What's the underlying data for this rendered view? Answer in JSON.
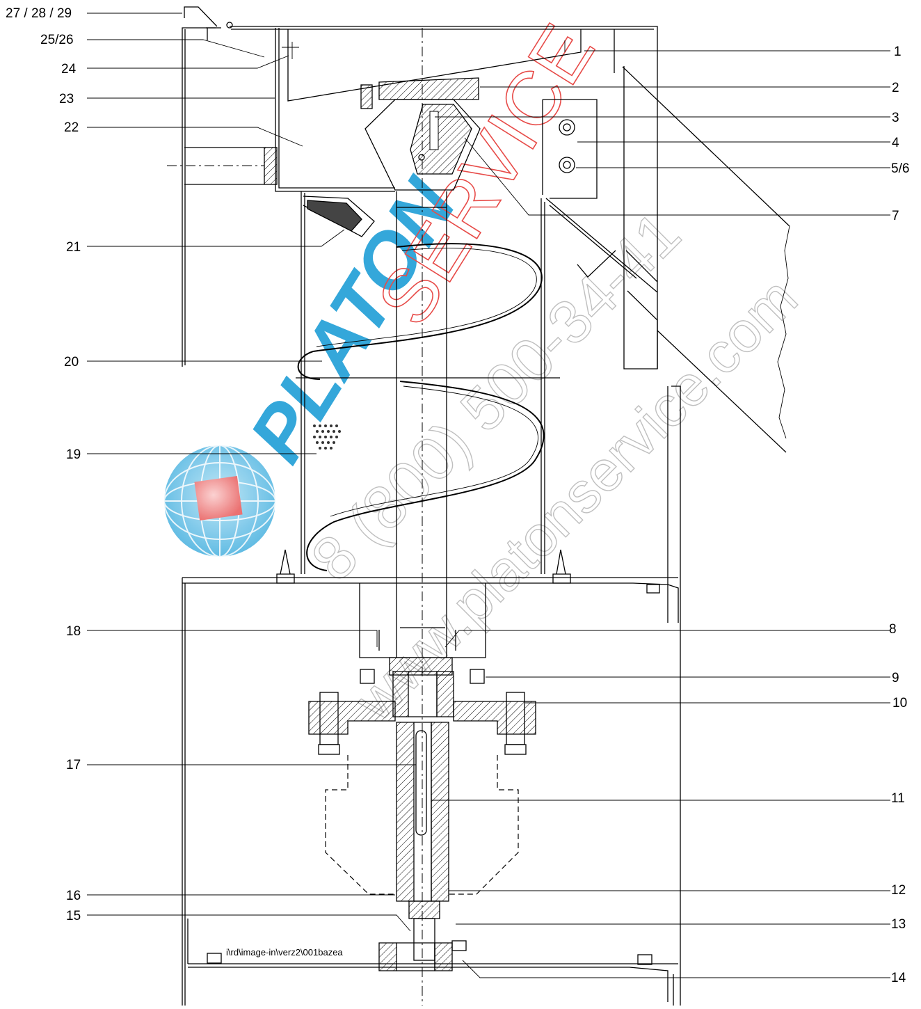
{
  "labels_left": [
    {
      "id": "27-28-29",
      "text": "27 / 28 / 29"
    },
    {
      "id": "25-26",
      "text": "25/26"
    },
    {
      "id": "24",
      "text": "24"
    },
    {
      "id": "23",
      "text": "23"
    },
    {
      "id": "22",
      "text": "22"
    },
    {
      "id": "21",
      "text": "21"
    },
    {
      "id": "20",
      "text": "20"
    },
    {
      "id": "19",
      "text": "19"
    },
    {
      "id": "18",
      "text": "18"
    },
    {
      "id": "17",
      "text": "17"
    },
    {
      "id": "16",
      "text": "16"
    },
    {
      "id": "15",
      "text": "15"
    }
  ],
  "labels_right": [
    {
      "id": "1",
      "text": "1"
    },
    {
      "id": "2",
      "text": "2"
    },
    {
      "id": "3",
      "text": "3"
    },
    {
      "id": "4",
      "text": "4"
    },
    {
      "id": "5-6",
      "text": "5/6"
    },
    {
      "id": "7",
      "text": "7"
    },
    {
      "id": "8",
      "text": "8"
    },
    {
      "id": "9",
      "text": "9"
    },
    {
      "id": "10",
      "text": "10"
    },
    {
      "id": "11",
      "text": "11"
    },
    {
      "id": "12",
      "text": "12"
    },
    {
      "id": "13",
      "text": "13"
    },
    {
      "id": "14",
      "text": "14"
    }
  ],
  "file_path_note": "i\\rd\\image-in\\verz2\\001bazea",
  "watermark": {
    "brand_bold": "PLATON",
    "brand_light": "SERVICE",
    "phone": "8 (800) 500-34-41",
    "website": "www.platonservice.com",
    "colors": {
      "blue": "#2aa3d8",
      "red": "#e6423f",
      "gray": "#c8c8c8"
    }
  }
}
